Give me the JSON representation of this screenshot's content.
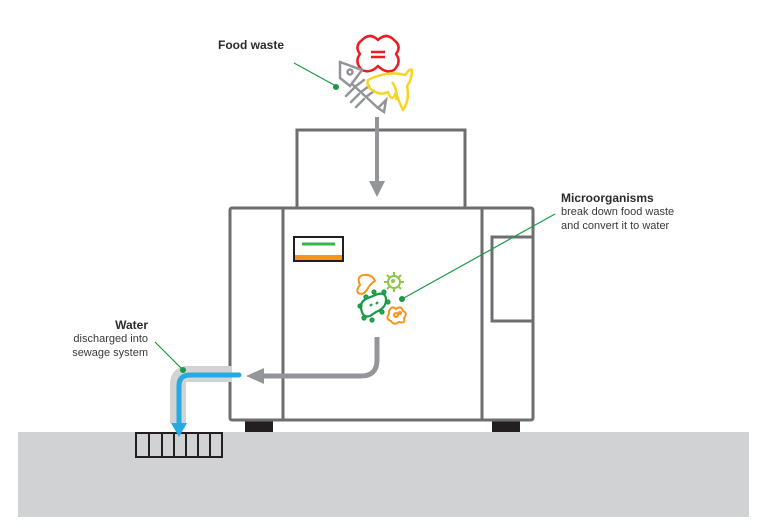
{
  "labels": {
    "food_waste": {
      "title": "Food waste"
    },
    "microorganisms": {
      "title": "Microorganisms",
      "line1": "break down food waste",
      "line2": "and convert it to water"
    },
    "water": {
      "title": "Water",
      "line1": "discharged into",
      "line2": "sewage system"
    }
  },
  "colors": {
    "outline": "#6d6e70",
    "arrow": "#939598",
    "leader": "#1a9a47",
    "water": "#27a9e1",
    "pipe": "#d1d3d4",
    "ground": "#d1d2d4",
    "foot": "#231f20",
    "red": "#ed1c24",
    "yellow": "#f9d423",
    "orange": "#f7941d",
    "green": "#39b54a",
    "lime": "#8dc63f"
  },
  "icons": [
    "steak-icon",
    "fish-bone-icon",
    "banana-peel-icon",
    "bacteria-icon",
    "virus-icon",
    "microbe-icon",
    "germ-icon"
  ]
}
